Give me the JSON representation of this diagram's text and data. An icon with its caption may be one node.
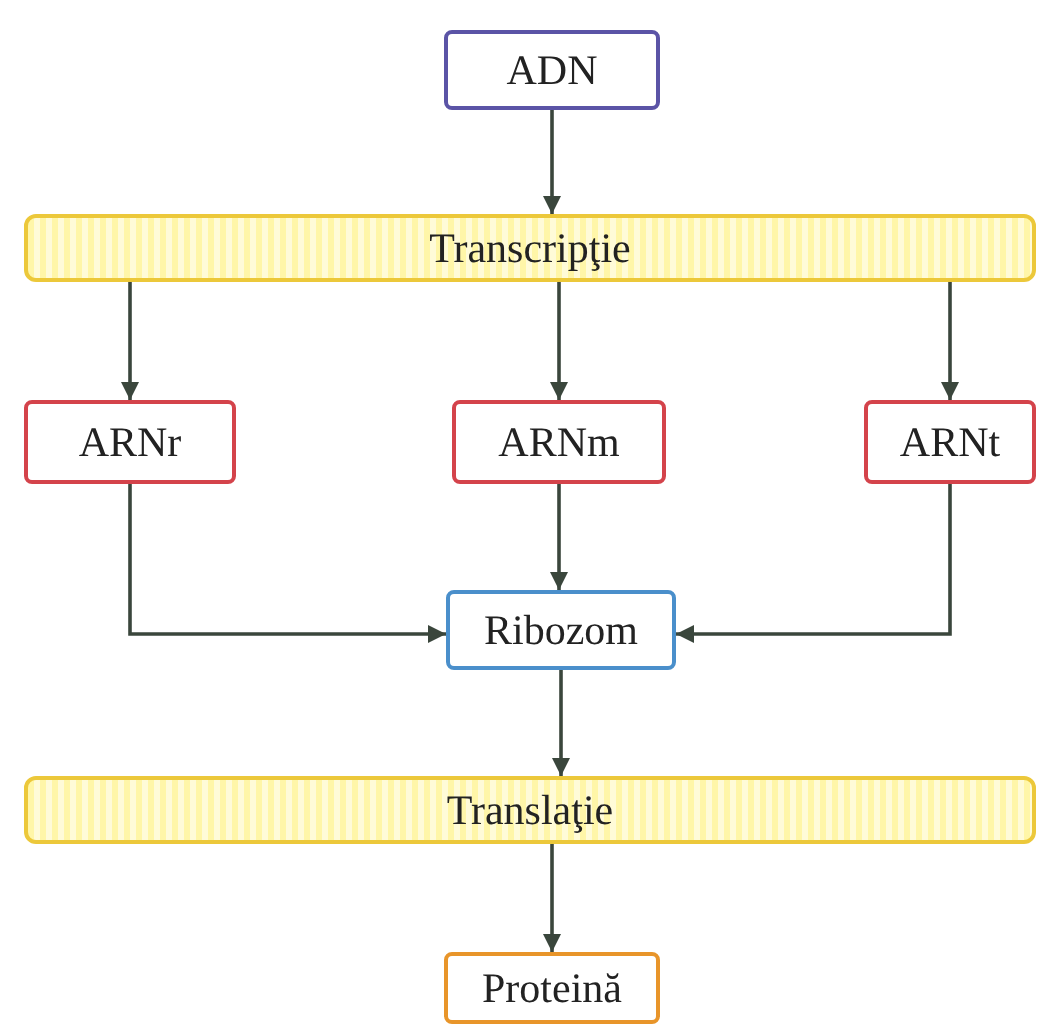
{
  "diagram": {
    "nodes": [
      {
        "text": [
          "ADN"
        ]
      },
      {
        "text": [
          "Transcripţie"
        ]
      },
      {
        "text": [
          "ARNr"
        ]
      },
      {
        "text": [
          "ARNm"
        ]
      },
      {
        "text": [
          "ARNt"
        ]
      },
      {
        "text": [
          "Ribozom"
        ]
      },
      {
        "text": [
          "Translaţie"
        ]
      },
      {
        "text": [
          "Proteină"
        ]
      }
    ],
    "edges": [
      {
        "from": 0,
        "to": 1,
        "arrow": "to"
      },
      {
        "from": 1,
        "to": 2,
        "arrow": "to"
      },
      {
        "from": 1,
        "to": 3,
        "arrow": "to"
      },
      {
        "from": 1,
        "to": 4,
        "arrow": "to"
      },
      {
        "from": 2,
        "to": 5,
        "arrow": "to"
      },
      {
        "from": 3,
        "to": 5,
        "arrow": "to"
      },
      {
        "from": 4,
        "to": 5,
        "arrow": "to"
      },
      {
        "from": 5,
        "to": 6,
        "arrow": "to"
      },
      {
        "from": 6,
        "to": 7,
        "arrow": "to"
      }
    ]
  }
}
